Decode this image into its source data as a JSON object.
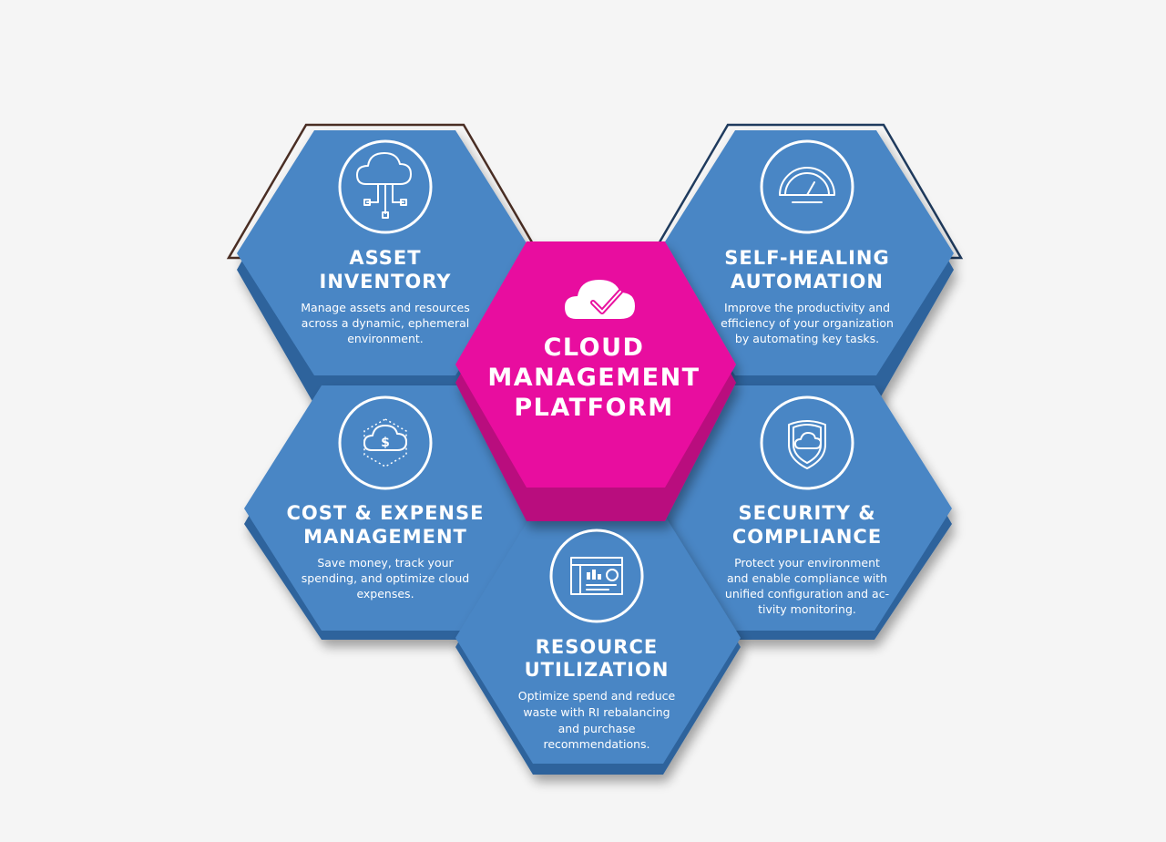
{
  "center": {
    "title_lines": [
      "CLOUD",
      "MANAGEMENT",
      "PLATFORM"
    ],
    "icon": "cloud-check-icon",
    "color": "#e8119f"
  },
  "tiles": {
    "asset": {
      "title_lines": [
        "ASSET",
        "INVENTORY"
      ],
      "desc_lines": [
        "Manage assets and resources",
        "across a dynamic, ephemeral",
        "environment."
      ],
      "icon": "cloud-network-icon"
    },
    "healing": {
      "title_lines": [
        "SELF-HEALING",
        "AUTOMATION"
      ],
      "desc_lines": [
        "Improve the productivity and",
        "efficiency of your organization",
        "by automating key tasks."
      ],
      "icon": "speedometer-icon"
    },
    "cost": {
      "title_lines": [
        "COST & EXPENSE",
        "MANAGEMENT"
      ],
      "desc_lines": [
        "Save money, track your",
        "spending, and optimize cloud",
        "expenses."
      ],
      "icon": "cloud-dollar-icon"
    },
    "security": {
      "title_lines": [
        "SECURITY &",
        "COMPLIANCE"
      ],
      "desc_lines": [
        "Protect your environment",
        "and enable compliance with",
        "unified configuration and ac-",
        "tivity monitoring."
      ],
      "icon": "shield-cloud-icon"
    },
    "resource": {
      "title_lines": [
        "RESOURCE",
        "UTILIZATION"
      ],
      "desc_lines": [
        "Optimize spend and reduce",
        "waste with RI rebalancing",
        "and purchase",
        "recommendations."
      ],
      "icon": "dashboard-window-icon"
    }
  },
  "colors": {
    "tile_face": "#4a86c5",
    "tile_side": "#2e639c",
    "center_face": "#e8119f",
    "center_side": "#b90c7e",
    "outline_left": "#4a2e24",
    "outline_right": "#1f3b5e"
  }
}
